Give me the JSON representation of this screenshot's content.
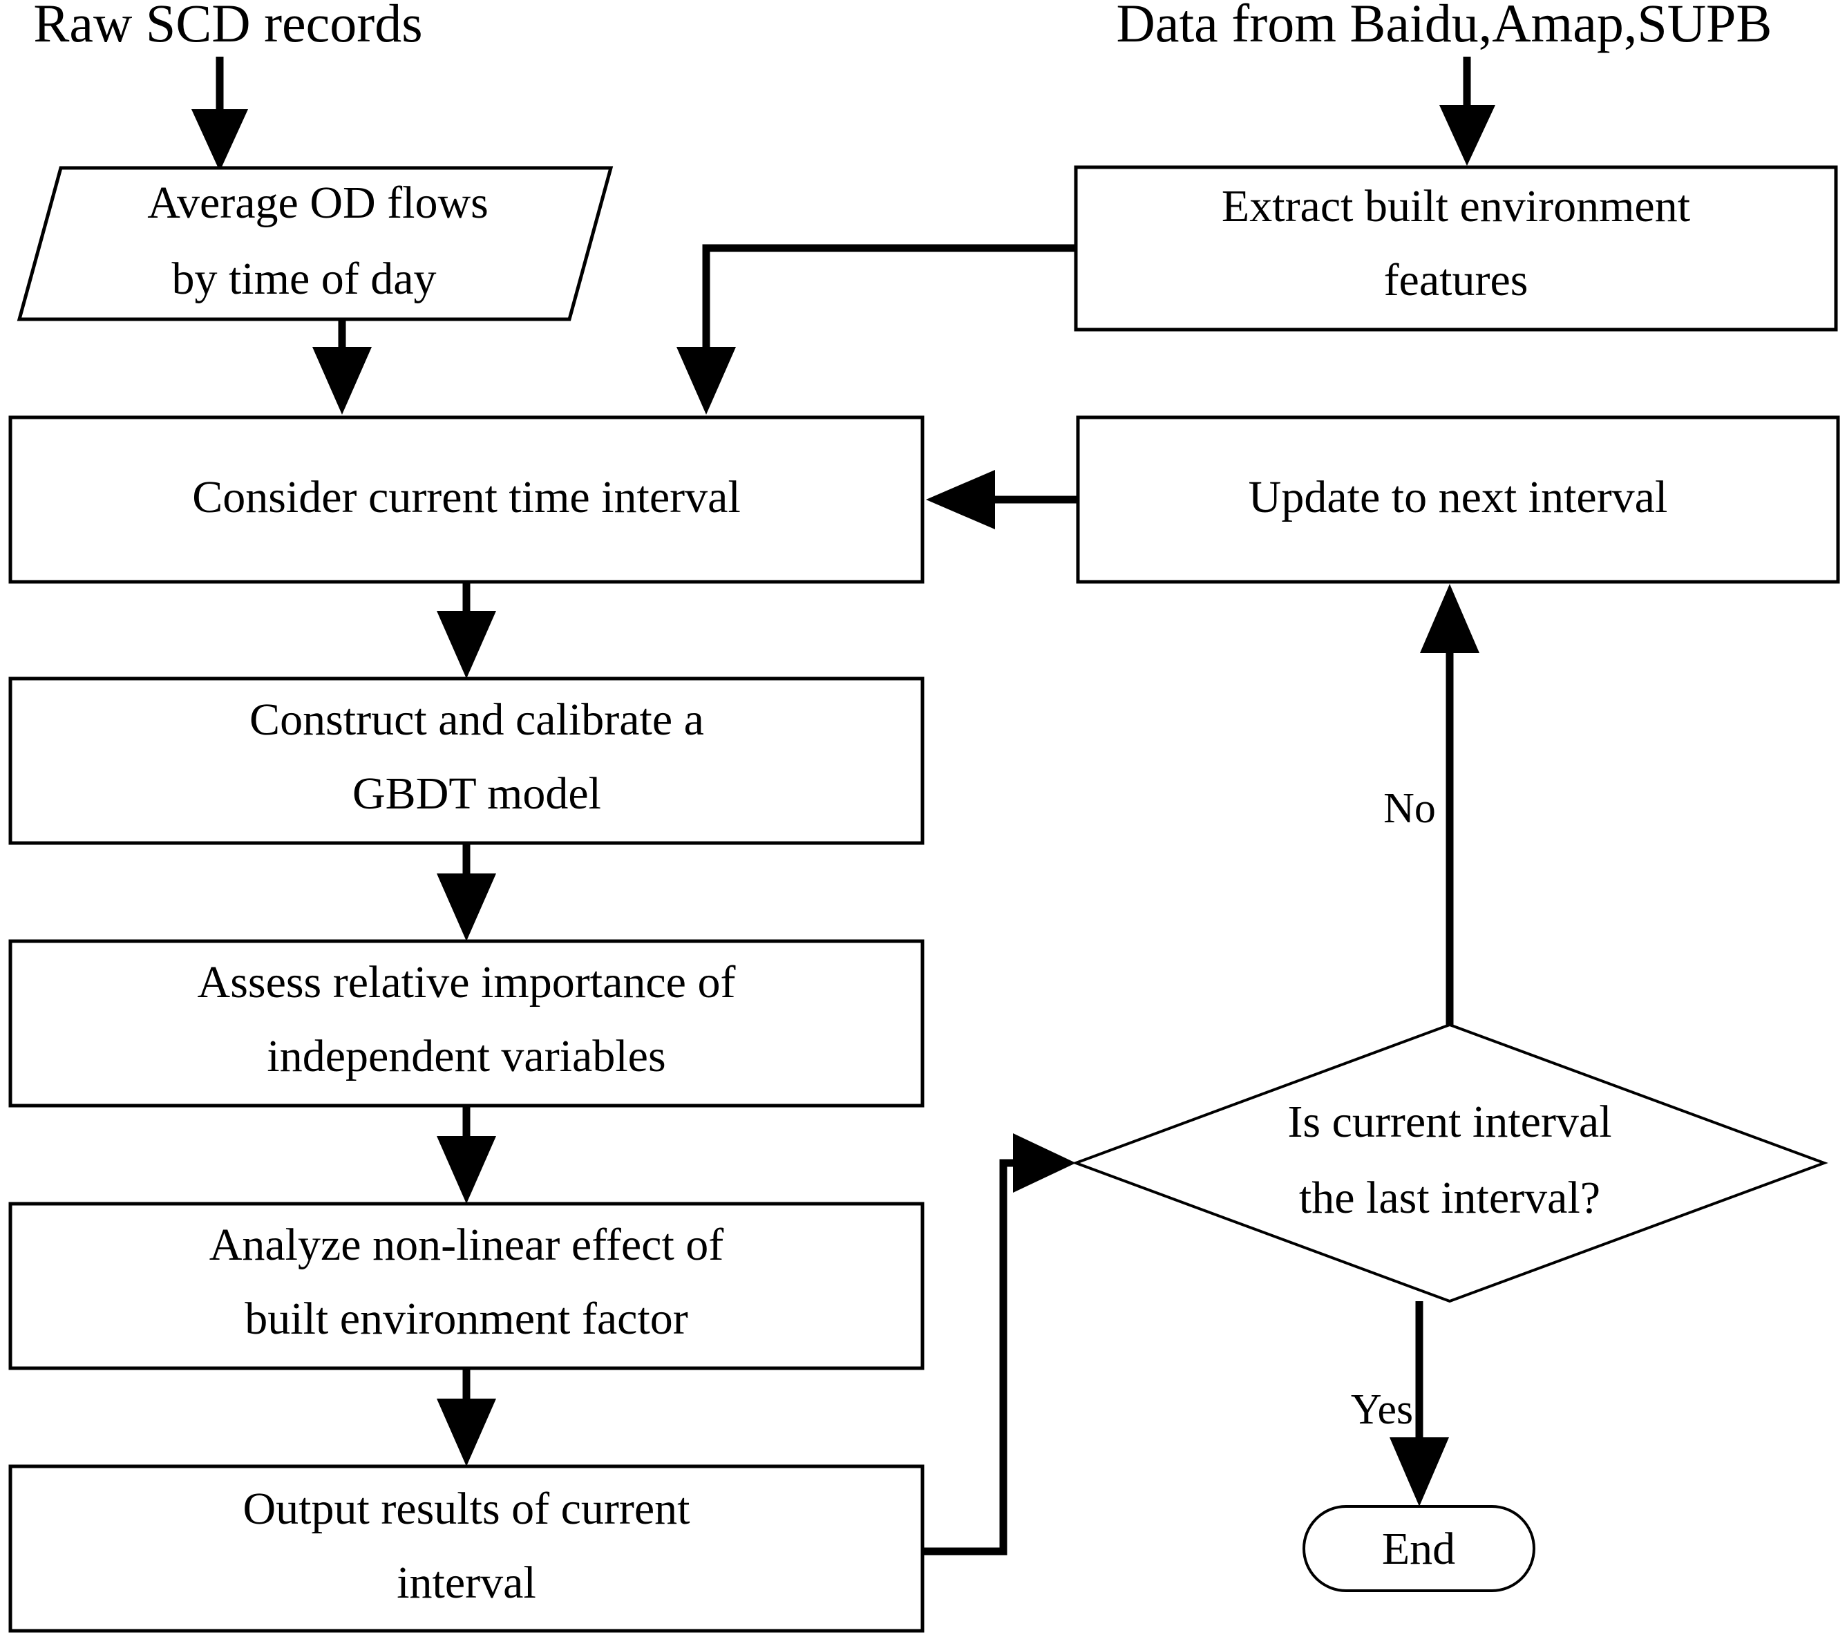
{
  "diagram": {
    "title": "Research methodology flowchart",
    "colors": {
      "background": "#ffffff",
      "stroke": "#000000",
      "text": "#000000"
    },
    "inputs": [
      {
        "id": "raw-scd",
        "label": "Raw SCD records"
      },
      {
        "id": "data-sources",
        "label": "Data from Baidu,Amap,SUPB"
      }
    ],
    "nodes": [
      {
        "id": "average-od-flows",
        "shape": "parallelogram",
        "lines": [
          "Average OD flows",
          "by time of day"
        ]
      },
      {
        "id": "extract-built-environment",
        "shape": "rectangle",
        "lines": [
          "Extract built environment",
          "features"
        ]
      },
      {
        "id": "consider-current-interval",
        "shape": "rectangle",
        "lines": [
          "Consider current time  interval"
        ]
      },
      {
        "id": "update-next-interval",
        "shape": "rectangle",
        "lines": [
          "Update to next interval"
        ]
      },
      {
        "id": "construct-gbdt",
        "shape": "rectangle",
        "lines": [
          "Construct and calibrate  a",
          "GBDT model"
        ]
      },
      {
        "id": "assess-importance",
        "shape": "rectangle",
        "lines": [
          "Assess relative  importance  of",
          "independent variables"
        ]
      },
      {
        "id": "analyze-nonlinear",
        "shape": "rectangle",
        "lines": [
          "Analyze non-linear effect of",
          "built environment factor"
        ]
      },
      {
        "id": "output-results",
        "shape": "rectangle",
        "lines": [
          "Output results of current",
          "interval"
        ]
      },
      {
        "id": "is-last-interval",
        "shape": "diamond",
        "lines": [
          "Is current interval",
          "the last interval?"
        ]
      },
      {
        "id": "end",
        "shape": "terminator",
        "lines": [
          "End"
        ]
      }
    ],
    "edge_labels": [
      {
        "id": "no-label",
        "label": "No"
      },
      {
        "id": "yes-label",
        "label": "Yes"
      }
    ]
  }
}
